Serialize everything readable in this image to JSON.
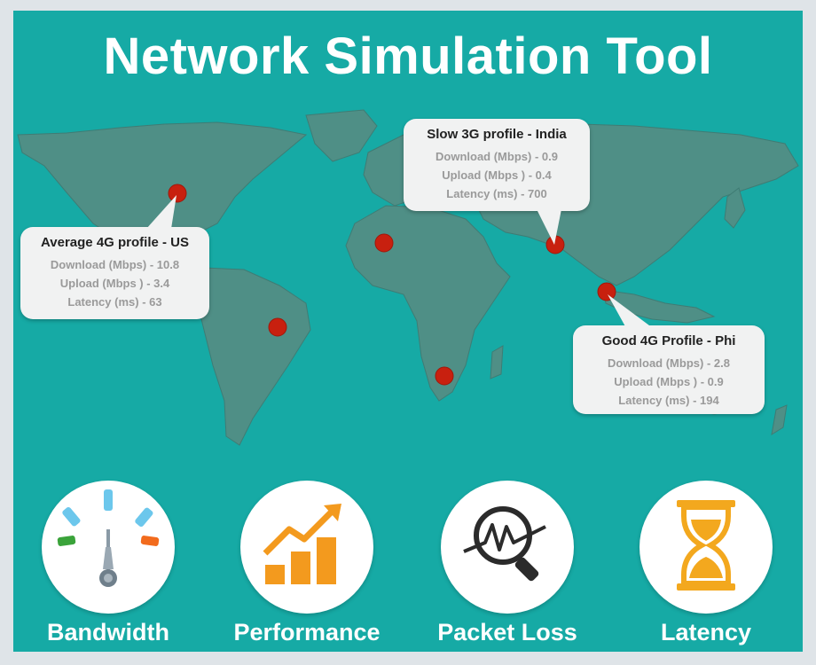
{
  "title": "Network Simulation Tool",
  "colors": {
    "background": "#16aaa5",
    "land": "#4f8f86",
    "marker": "#c8200f",
    "callout_bg": "#f1f2f2",
    "accent_orange": "#f39a1e",
    "accent_blue": "#6cc7ec"
  },
  "profiles": [
    {
      "heading": "Average 4G profile - US",
      "download": "Download (Mbps) - 10.8",
      "upload": "Upload (Mbps ) - 3.4",
      "latency": "Latency (ms) - 63"
    },
    {
      "heading": "Slow 3G profile - India",
      "download": "Download (Mbps) - 0.9",
      "upload": "Upload (Mbps ) - 0.4",
      "latency": "Latency (ms) - 700"
    },
    {
      "heading": "Good 4G Profile - Phi",
      "download": "Download (Mbps) - 2.8",
      "upload": "Upload (Mbps ) - 0.9",
      "latency": "Latency (ms) - 194"
    }
  ],
  "features": [
    {
      "label": "Bandwidth",
      "icon": "speed-gauge-icon"
    },
    {
      "label": "Performance",
      "icon": "growth-chart-icon"
    },
    {
      "label": "Packet Loss",
      "icon": "magnifier-signal-icon"
    },
    {
      "label": "Latency",
      "icon": "hourglass-icon"
    }
  ]
}
